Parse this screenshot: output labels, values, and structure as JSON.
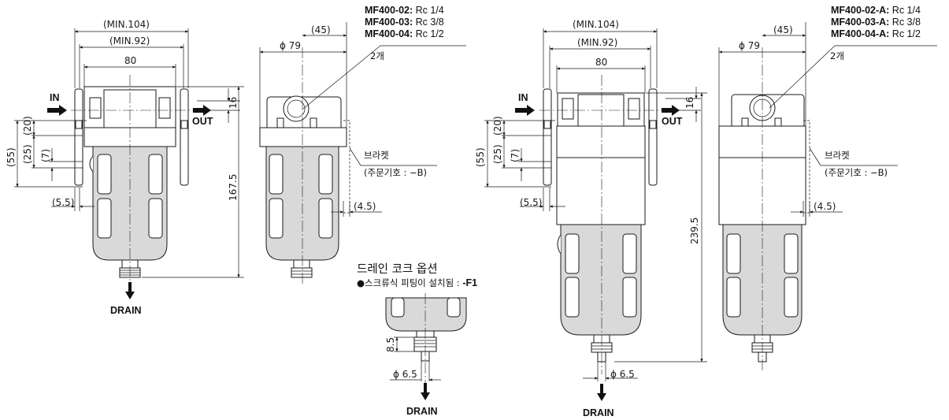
{
  "dims": {
    "min104": "(MIN.104)",
    "min92": "(MIN.92)",
    "w80": "80",
    "d45": "(45)",
    "phi79": "ϕ 79",
    "h16": "16",
    "h167": "167.5",
    "h239": "239.5",
    "d55": "(55)",
    "d25": "(25)",
    "d20": "(20)",
    "d7": "(7)",
    "d5_5": "(5.5)",
    "d4_5": "(4.5)",
    "d8_5": "8.5",
    "phi6_5": "ϕ 6.5"
  },
  "ports": {
    "in": "IN",
    "out": "OUT",
    "drain": "DRAIN"
  },
  "notes": {
    "qty2": "2개",
    "bracket": "브라켓",
    "bracket_code": "(주문기호 : −B)"
  },
  "models_std": [
    {
      "name": "MF400-02:",
      "thread": " Rc 1/4"
    },
    {
      "name": "MF400-03:",
      "thread": " Rc 3/8"
    },
    {
      "name": "MF400-04:",
      "thread": " Rc 1/2"
    }
  ],
  "models_a": [
    {
      "name": "MF400-02-A:",
      "thread": " Rc 1/4"
    },
    {
      "name": "MF400-03-A:",
      "thread": " Rc 3/8"
    },
    {
      "name": "MF400-04-A:",
      "thread": " Rc 1/2"
    }
  ],
  "drain_option": {
    "title": "드레인 코크 옵션",
    "desc": "●스크류식 피팅이 설치됨 : ",
    "code": "-F1"
  }
}
